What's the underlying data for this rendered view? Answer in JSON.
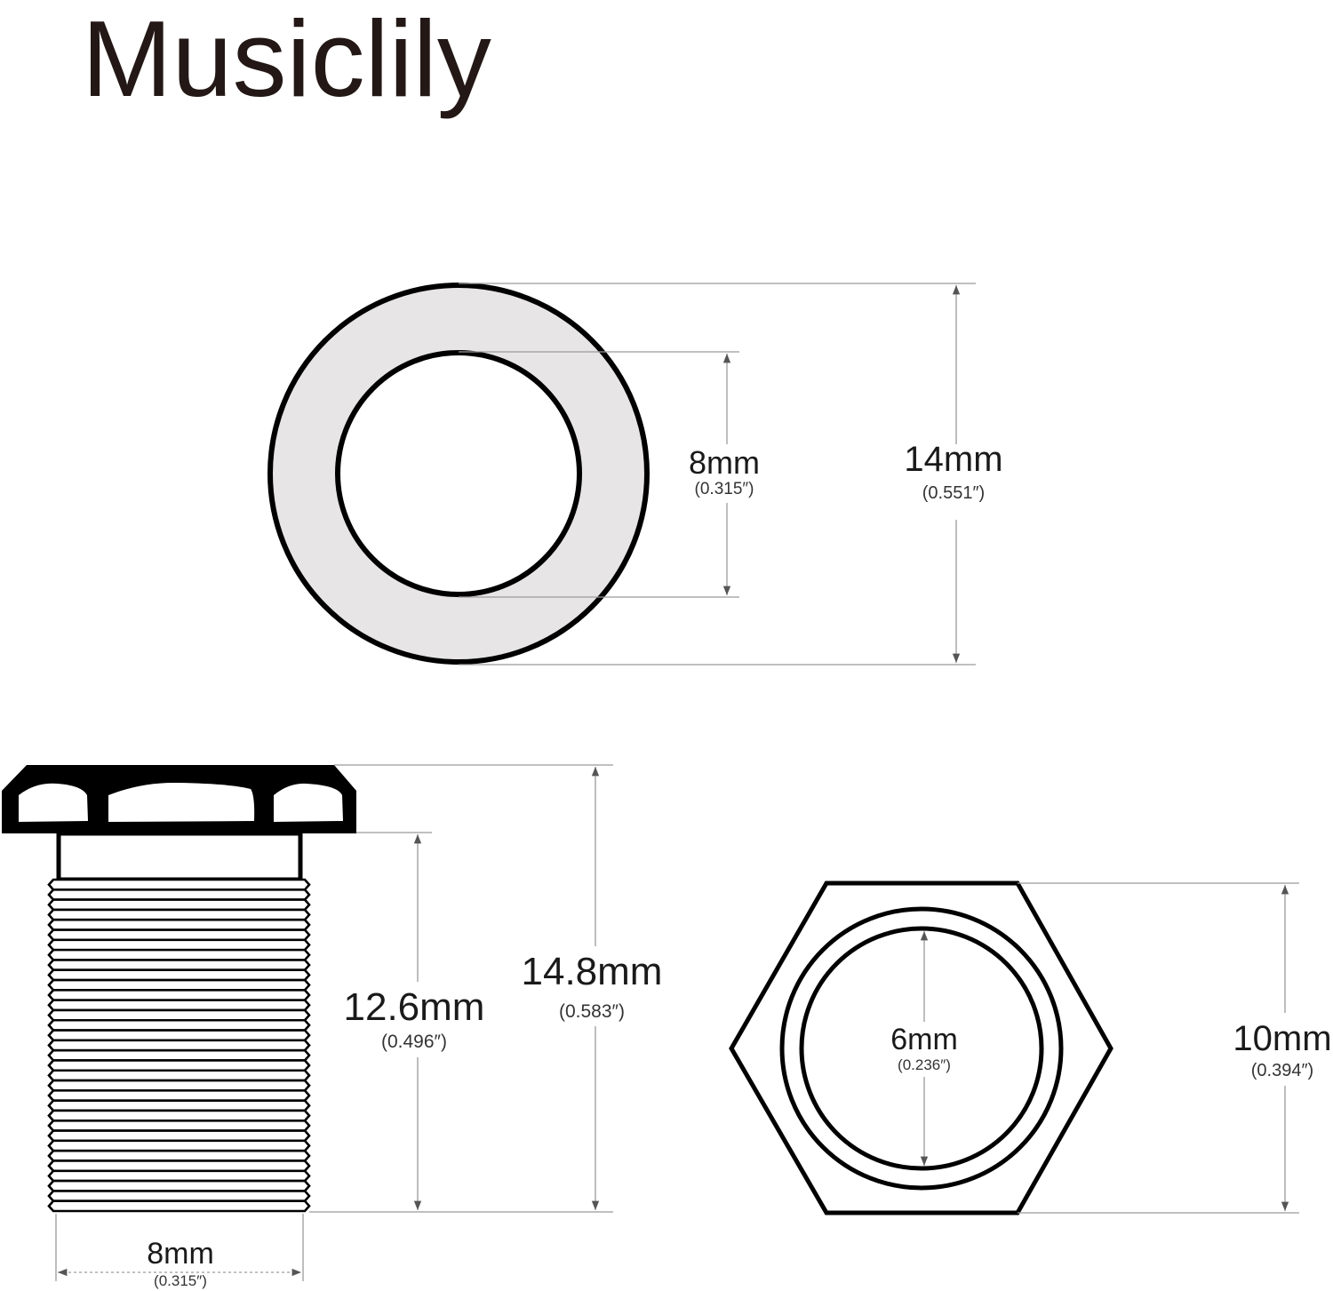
{
  "brand": "Musiclily",
  "colors": {
    "ink": "#000000",
    "washer_fill": "#e8e5e6",
    "dimension_line": "#9a9a9a"
  },
  "washer": {
    "outer": {
      "mm": "14mm",
      "inch": "(0.551″)"
    },
    "inner": {
      "mm": "8mm",
      "inch": "(0.315″)"
    }
  },
  "bolt": {
    "thread_length": {
      "mm": "12.6mm",
      "inch": "(0.496″)"
    },
    "total_length": {
      "mm": "14.8mm",
      "inch": "(0.583″)"
    },
    "thread_diameter": {
      "mm": "8mm",
      "inch": "(0.315″)"
    }
  },
  "nut": {
    "inner": {
      "mm": "6mm",
      "inch": "(0.236″)"
    },
    "across_flats": {
      "mm": "10mm",
      "inch": "(0.394″)"
    }
  }
}
